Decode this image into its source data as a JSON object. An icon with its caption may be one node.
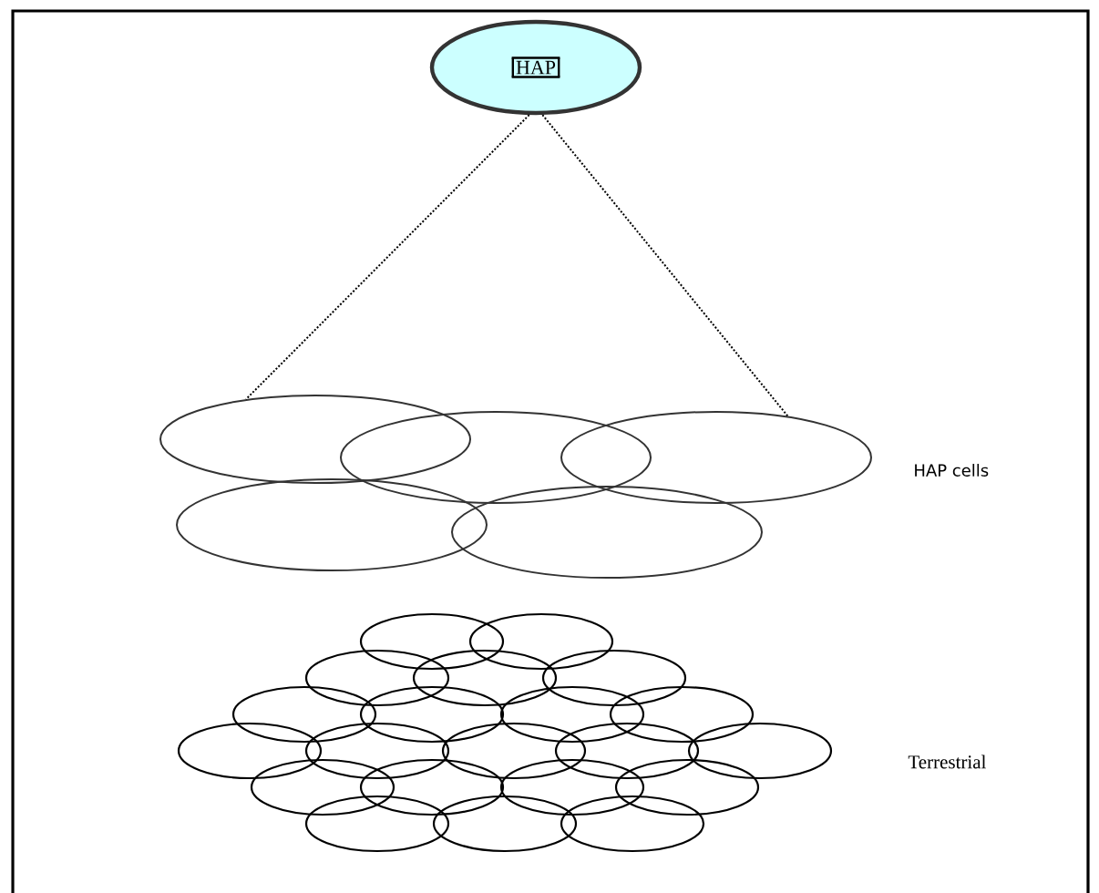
{
  "diagram": {
    "nodes": [
      {
        "text": [
          "HAP"
        ]
      },
      {
        "text": [],
        "shape": "ellipse"
      },
      {
        "text": [],
        "shape": "ellipse"
      },
      {
        "text": [],
        "shape": "ellipse"
      },
      {
        "text": [],
        "shape": "ellipse"
      },
      {
        "text": [],
        "shape": "ellipse"
      }
    ],
    "edges": [
      {
        "from": 0,
        "to": 1,
        "arrow": "none",
        "style": "dashed"
      },
      {
        "from": 0,
        "to": 5,
        "arrow": "none",
        "style": "dashed"
      }
    ],
    "labels": [
      "HAP cells",
      "Terrestrial"
    ]
  }
}
